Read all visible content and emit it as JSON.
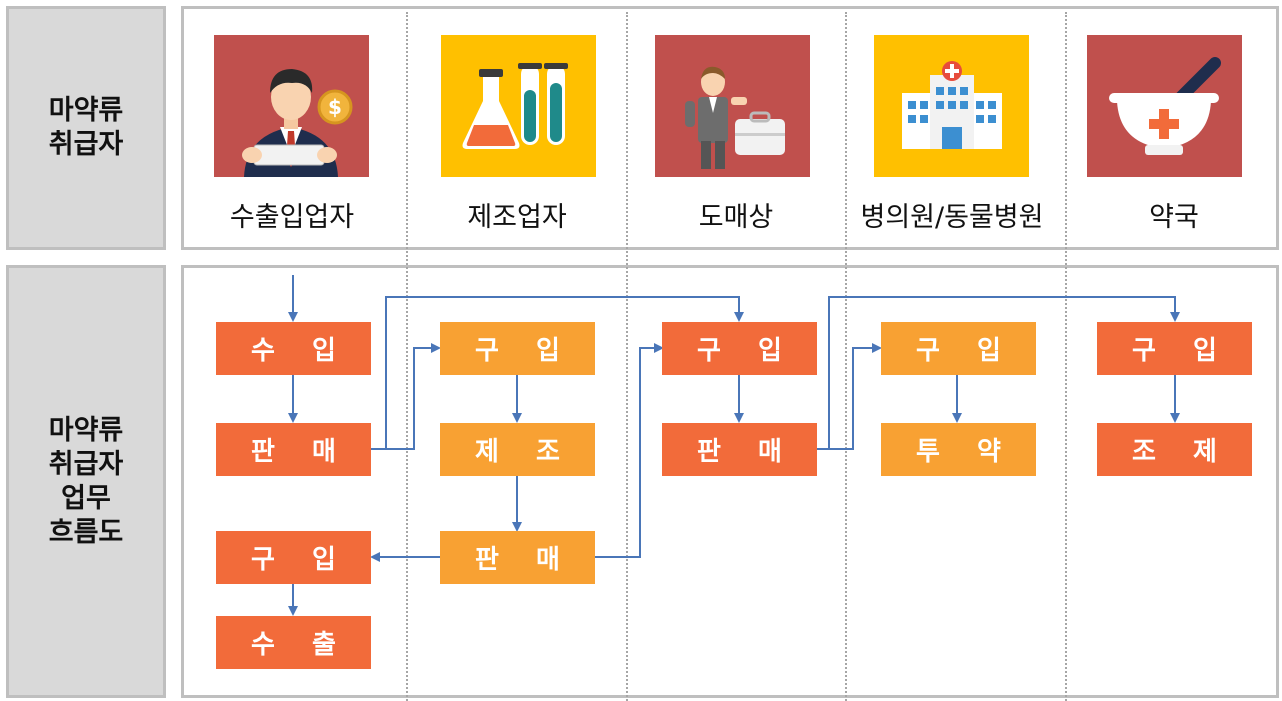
{
  "row_labels": {
    "handlers": "마약류\n취급자",
    "flow": "마약류\n취급자\n업무\n흐름도"
  },
  "handlers": [
    {
      "name": "수출입업자",
      "icon": "businessman-dollar-icon",
      "bg": "#c0504d"
    },
    {
      "name": "제조업자",
      "icon": "lab-flasks-icon",
      "bg": "#ffc000"
    },
    {
      "name": "도매상",
      "icon": "salesman-briefcase-icon",
      "bg": "#c0504d"
    },
    {
      "name": "병의원/동물병원",
      "icon": "hospital-building-icon",
      "bg": "#ffc000"
    },
    {
      "name": "약국",
      "icon": "mortar-pestle-icon",
      "bg": "#c0504d"
    }
  ],
  "flow": {
    "importer": {
      "import": "수 입",
      "sell": "판 매",
      "buy": "구 입",
      "export": "수 출"
    },
    "manufacturer": {
      "buy": "구 입",
      "make": "제 조",
      "sell": "판 매"
    },
    "wholesaler": {
      "buy": "구 입",
      "sell": "판 매"
    },
    "hospital": {
      "buy": "구 입",
      "administer": "투 약"
    },
    "pharmacy": {
      "buy": "구 입",
      "dispense": "조 제"
    }
  },
  "colors": {
    "step_red": "#f26b3a",
    "step_orange": "#f8a133",
    "arrow": "#4a76b8",
    "panel_gray": "#d9d9d9",
    "border_gray": "#bfbfbf"
  }
}
